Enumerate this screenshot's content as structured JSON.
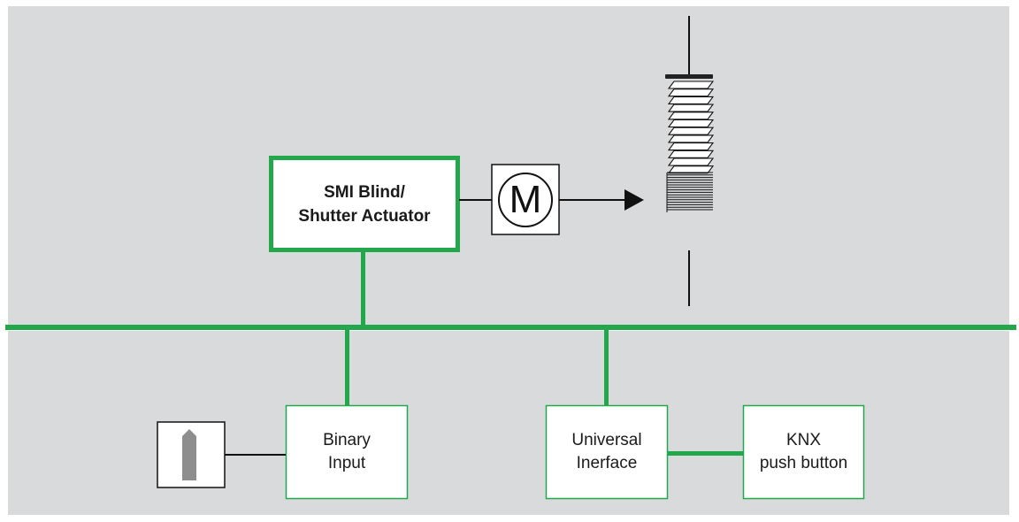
{
  "colors": {
    "panel_bg": "#d9dadc",
    "bus_green": "#22a84a",
    "line_dark": "#111111",
    "sensor_fill": "#8e8e8e"
  },
  "actuator": {
    "label": "SMI Blind/\nShutter Actuator"
  },
  "motor": {
    "label": "M",
    "icon": "motor-icon"
  },
  "blind": {
    "icon": "venetian-blind-icon"
  },
  "binary_input": {
    "label": "Binary\nInput"
  },
  "sensor": {
    "icon": "sensor-icon"
  },
  "universal_interface": {
    "label": "Universal\nInerface"
  },
  "knx_button": {
    "label": "KNX\npush button"
  }
}
